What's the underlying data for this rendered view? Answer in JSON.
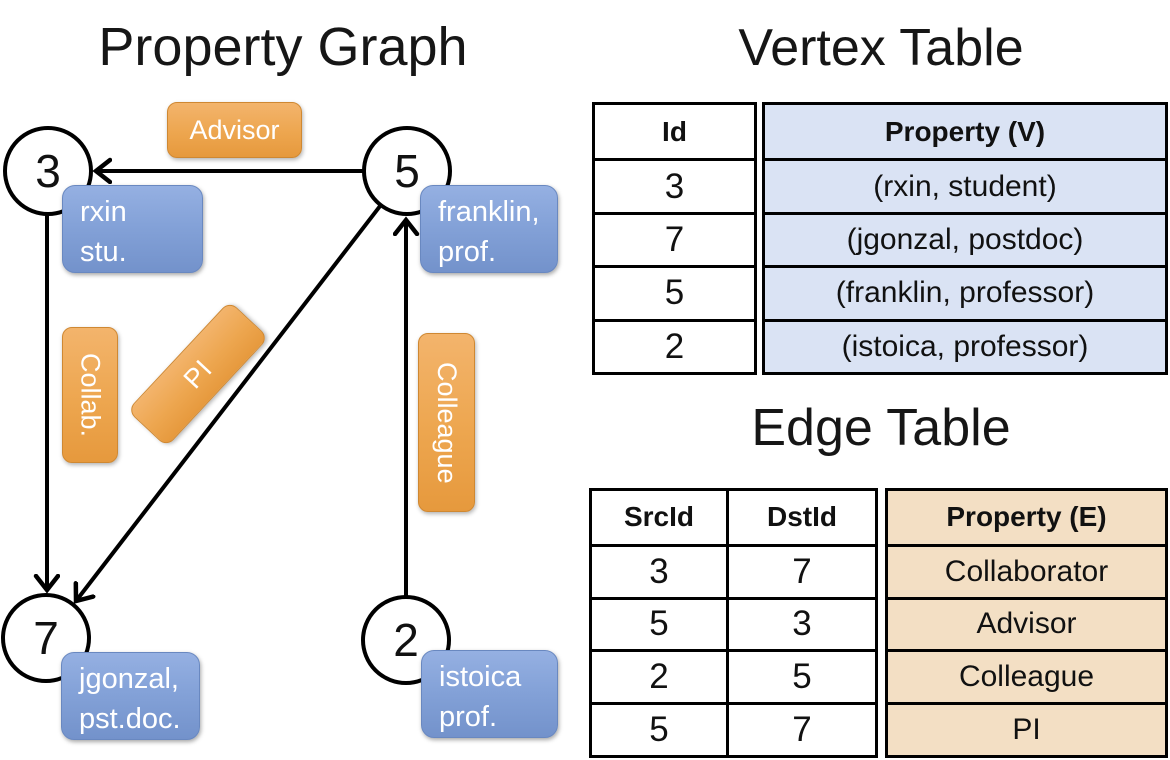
{
  "graph": {
    "title": "Property Graph",
    "vertices": [
      {
        "id": "3",
        "label_lines": [
          "rxin",
          "stu."
        ]
      },
      {
        "id": "5",
        "label_lines": [
          "franklin,",
          "prof."
        ]
      },
      {
        "id": "7",
        "label_lines": [
          "jgonzal,",
          "pst.doc."
        ]
      },
      {
        "id": "2",
        "label_lines": [
          "istoica",
          "prof."
        ]
      }
    ],
    "edges": [
      {
        "label": "Advisor",
        "src": "5",
        "dst": "3"
      },
      {
        "label": "Collab.",
        "src": "3",
        "dst": "7"
      },
      {
        "label": "PI",
        "src": "5",
        "dst": "7"
      },
      {
        "label": "Colleague",
        "src": "2",
        "dst": "5"
      }
    ]
  },
  "vertex_table": {
    "title": "Vertex Table",
    "columns": [
      "Id",
      "Property (V)"
    ],
    "rows": [
      [
        "3",
        "(rxin, student)"
      ],
      [
        "7",
        "(jgonzal, postdoc)"
      ],
      [
        "5",
        "(franklin, professor)"
      ],
      [
        "2",
        "(istoica, professor)"
      ]
    ]
  },
  "edge_table": {
    "title": "Edge Table",
    "columns": [
      "SrcId",
      "DstId",
      "Property (E)"
    ],
    "rows": [
      [
        "3",
        "7",
        "Collaborator"
      ],
      [
        "5",
        "3",
        "Advisor"
      ],
      [
        "2",
        "5",
        "Colleague"
      ],
      [
        "5",
        "7",
        "PI"
      ]
    ]
  },
  "colors": {
    "vertex_box": "#84a2d8",
    "edge_box": "#eda64f",
    "vertex_cell_bg": "#dae3f4",
    "edge_cell_bg": "#f3dfc4",
    "line": "#000000"
  }
}
